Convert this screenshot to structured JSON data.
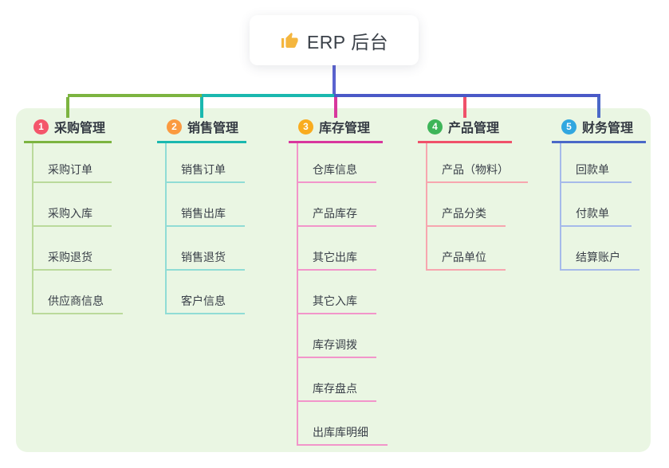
{
  "root": {
    "title": "ERP 后台",
    "icon": "thumbs-up-icon",
    "icon_color": "#f4b63f",
    "line_color": "#5a63d0"
  },
  "bus_color_right": "#4a59c7",
  "panel_bg": "#eaf6e3",
  "branches": [
    {
      "number": "1",
      "label": "采购管理",
      "badge_color": "#f4566b",
      "line_color": "#7cb440",
      "light_color": "#bada9b",
      "items": [
        "采购订单",
        "采购入库",
        "采购退货",
        "供应商信息"
      ]
    },
    {
      "number": "2",
      "label": "销售管理",
      "badge_color": "#fb9a40",
      "line_color": "#1ab8af",
      "light_color": "#90dcd5",
      "items": [
        "销售订单",
        "销售出库",
        "销售退货",
        "客户信息"
      ]
    },
    {
      "number": "3",
      "label": "库存管理",
      "badge_color": "#f9ac1f",
      "line_color": "#d8379d",
      "light_color": "#f295ca",
      "items": [
        "仓库信息",
        "产品库存",
        "其它出库",
        "其它入库",
        "库存调拨",
        "库存盘点",
        "出库库明细"
      ]
    },
    {
      "number": "4",
      "label": "产品管理",
      "badge_color": "#3eb559",
      "line_color": "#f0516a",
      "light_color": "#f7a6af",
      "items": [
        "产品（物料）",
        "产品分类",
        "产品单位"
      ]
    },
    {
      "number": "5",
      "label": "财务管理",
      "badge_color": "#31a7e0",
      "line_color": "#4a68c8",
      "light_color": "#a6baea",
      "items": [
        "回款单",
        "付款单",
        "结算账户"
      ]
    }
  ]
}
